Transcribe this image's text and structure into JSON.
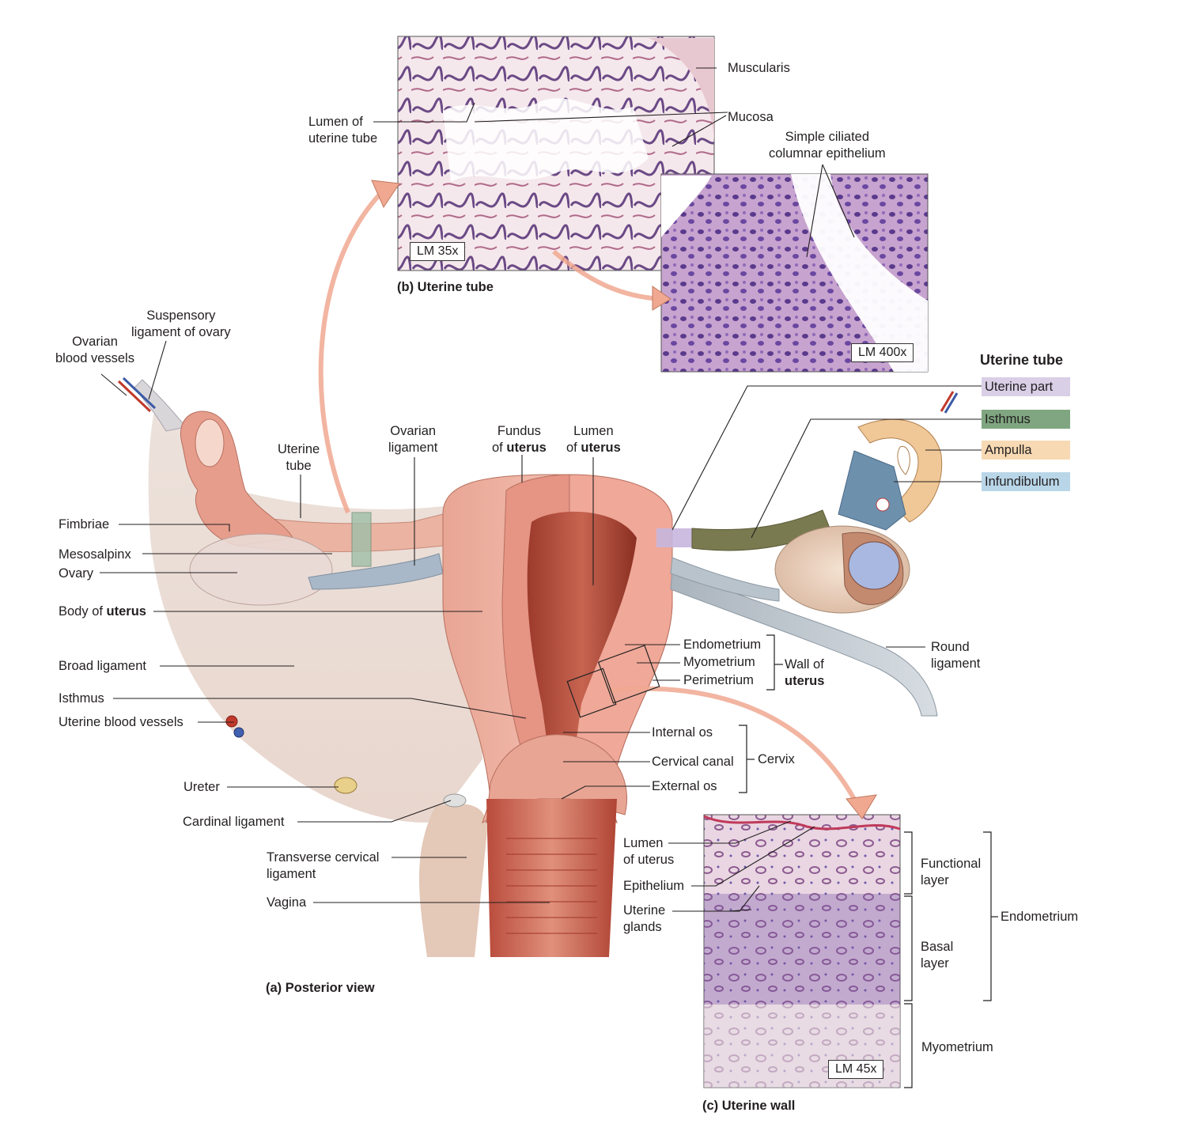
{
  "panels": {
    "a_caption": "(a) Posterior view",
    "b_caption": "(b) Uterine tube",
    "c_caption": "(c) Uterine wall",
    "b_scale": "LM 35x",
    "b2_scale": "LM 400x",
    "c_scale": "LM 45x"
  },
  "labels_left": {
    "suspensory": "Suspensory\nligament of ovary",
    "ovarian_vessels": "Ovarian\nblood vessels",
    "fimbriae": "Fimbriae",
    "mesosalpinx": "Mesosalpinx",
    "ovary": "Ovary",
    "body_pre": "Body of ",
    "body_bold": "uterus",
    "broad_ligament": "Broad ligament",
    "isthmus": "Isthmus",
    "uterine_vessels": "Uterine blood vessels",
    "ureter": "Ureter",
    "cardinal": "Cardinal ligament",
    "transverse": "Transverse cervical\nligament",
    "vagina": "Vagina"
  },
  "labels_top": {
    "uterine_tube": "Uterine\ntube",
    "ovarian_ligament": "Ovarian\nligament",
    "fundus_pre": "Fundus\nof ",
    "fundus_bold": "uterus",
    "lumen_pre": "Lumen\nof ",
    "lumen_bold": "uterus",
    "lumen_tube": "Lumen of\nuterine tube",
    "muscularis": "Muscularis",
    "mucosa": "Mucosa",
    "simple_ciliated": "Simple ciliated\ncolumnar epithelium"
  },
  "labels_wall": {
    "endometrium": "Endometrium",
    "myometrium": "Myometrium",
    "perimetrium": "Perimetrium",
    "wall_pre": "Wall of\n",
    "wall_bold": "uterus",
    "internal_os": "Internal os",
    "cervical_canal": "Cervical canal",
    "external_os": "External os",
    "cervix": "Cervix",
    "round_ligament": "Round\nligament"
  },
  "uterine_tube_key": {
    "title": "Uterine tube",
    "parts": [
      {
        "label": "Uterine part",
        "color": "#d9cfe6"
      },
      {
        "label": "Isthmus",
        "color": "#7fa680"
      },
      {
        "label": "Ampulla",
        "color": "#f7d9b3"
      },
      {
        "label": "Infundibulum",
        "color": "#b9d6e8"
      }
    ]
  },
  "labels_c": {
    "lumen": "Lumen\nof uterus",
    "epithelium": "Epithelium",
    "glands": "Uterine\nglands",
    "functional": "Functional\nlayer",
    "basal": "Basal\nlayer",
    "endometrium": "Endometrium",
    "myometrium": "Myometrium"
  }
}
